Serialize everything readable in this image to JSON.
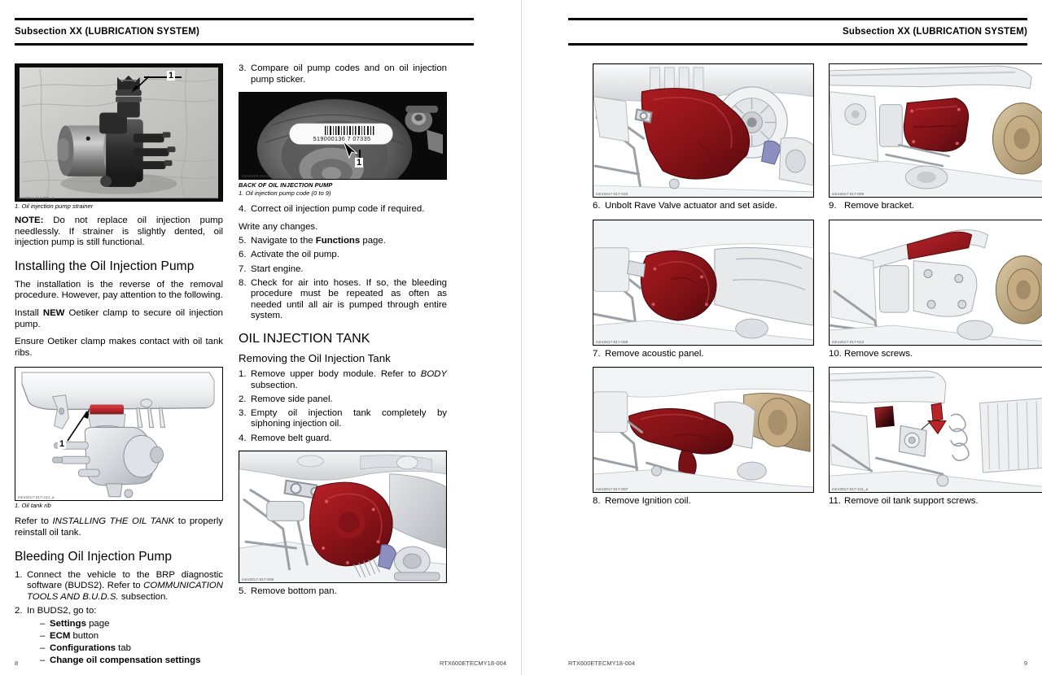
{
  "left_page": {
    "header": "Subsection XX (LUBRICATION SYSTEM)",
    "footer_page": "8",
    "footer_doc": "RTX600ETECMY18-004",
    "fig_pump_strainer": {
      "code": "mmr2011-014-001_a",
      "callout": "1",
      "legend": "1.  Oil injection pump strainer"
    },
    "note": "NOTE: Do not replace oil injection pump needlessly. If strainer is slightly dented, oil injection pump is still functional.",
    "note_label": "NOTE:",
    "note_body": " Do not replace oil injection pump needlessly. If strainer is slightly dented, oil injection pump is still functional.",
    "heading_installing": "Installing the Oil Injection Pump",
    "para_install_1": "The installation is the reverse of the removal procedure. However, pay attention to the following.",
    "para_install_2_pre": "Install ",
    "para_install_2_bold": "NEW",
    "para_install_2_post": " Oetiker clamp to secure oil injection pump.",
    "para_install_3": "Ensure Oetiker clamp makes contact with oil tank ribs.",
    "fig_oil_tank_rib": {
      "code": "mmr2017-017-214_a",
      "callout": "1",
      "legend": "1.  Oil tank rib"
    },
    "para_refer_pre": "Refer to ",
    "para_refer_ital": "INSTALLING THE OIL TANK",
    "para_refer_post": " to properly reinstall oil tank.",
    "heading_bleeding": "Bleeding Oil Injection Pump",
    "bleed_1_num": "1.",
    "bleed_1_a": "Connect the vehicle to the BRP diagnostic software (BUDS2). Refer to ",
    "bleed_1_ital": "COMMUNICATION TOOLS AND B.U.D.S.",
    "bleed_1_b": " subsection.",
    "bleed_2_num": "2.",
    "bleed_2_text": "In BUDS2, go to:",
    "buds_options": [
      {
        "dash": "–",
        "bold": "Settings",
        "rest": " page"
      },
      {
        "dash": "–",
        "bold": "ECM",
        "rest": " button"
      },
      {
        "dash": "–",
        "bold": "Configurations",
        "rest": " tab"
      },
      {
        "dash": "–",
        "bold": "Change oil compensation settings",
        "rest": ""
      }
    ]
  },
  "mid_column": {
    "step3_num": "3.",
    "step3_text": "Compare oil pump codes and on oil injection pump sticker.",
    "fig_back_pump": {
      "code": "mmr2009-014-020_a",
      "callout": "1",
      "barcode_text": "519000136 7 07335",
      "title": "BACK OF OIL INJECTION PUMP",
      "legend": "1.  Oil injection pump code (0 to 9)"
    },
    "step4_num": "4.",
    "step4_text": "Correct oil injection pump code if required.",
    "step4_extra": "Write any changes.",
    "step5_num": "5.",
    "step5_a": "Navigate to the ",
    "step5_bold": "Functions",
    "step5_b": " page.",
    "step6_num": "6.",
    "step6_text": "Activate the oil pump.",
    "step7_num": "7.",
    "step7_text": "Start engine.",
    "step8_num": "8.",
    "step8_text": "Check for air into hoses. If so, the bleeding procedure must be repeated as often as needed until all air is pumped through entire system.",
    "heading_tank": "OIL INJECTION TANK",
    "heading_removing": "Removing the Oil Injection Tank",
    "removing_steps": [
      {
        "num": "1.",
        "pre": "Remove upper body module. Refer to ",
        "ital": "BODY",
        "post": " subsection."
      },
      {
        "num": "2.",
        "pre": "Remove side panel.",
        "ital": "",
        "post": ""
      },
      {
        "num": "3.",
        "pre": "Empty oil injection tank completely by siphoning injection oil.",
        "ital": "",
        "post": ""
      },
      {
        "num": "4.",
        "pre": "Remove belt guard.",
        "ital": "",
        "post": ""
      }
    ],
    "fig_bottom_pan": {
      "code": "mmr2017-017-005"
    },
    "step5_cap_num": "5.",
    "step5_cap_text": "Remove bottom pan."
  },
  "right_page": {
    "header": "Subsection XX (LUBRICATION SYSTEM)",
    "footer_page": "9",
    "footer_doc": "RTX600ETECMY18-004",
    "figures": [
      {
        "code": "mmr2017-017-010",
        "num": "6.",
        "caption": "Unbolt Rave Valve actuator and set aside."
      },
      {
        "code": "mmr2017-017-009",
        "num": "9.",
        "caption": "Remove bracket."
      },
      {
        "code": "mmr2017-017-006",
        "num": "7.",
        "caption": "Remove acoustic panel."
      },
      {
        "code": "mmr2017-017-012",
        "num": "10.",
        "caption": "Remove screws."
      },
      {
        "code": "mmr2017-017-007",
        "num": "8.",
        "caption": "Remove Ignition coil."
      },
      {
        "code": "mmr2017-017-211_a",
        "num": "11.",
        "caption": "Remove oil tank support screws."
      }
    ]
  },
  "colors": {
    "highlight_red": "#a81a20",
    "dark_red": "#7d1318",
    "cad_light": "#e9eaec",
    "cad_mid": "#c9cbcf",
    "cad_dark": "#9ba0a6",
    "blue_part": "#8d8fc0"
  }
}
